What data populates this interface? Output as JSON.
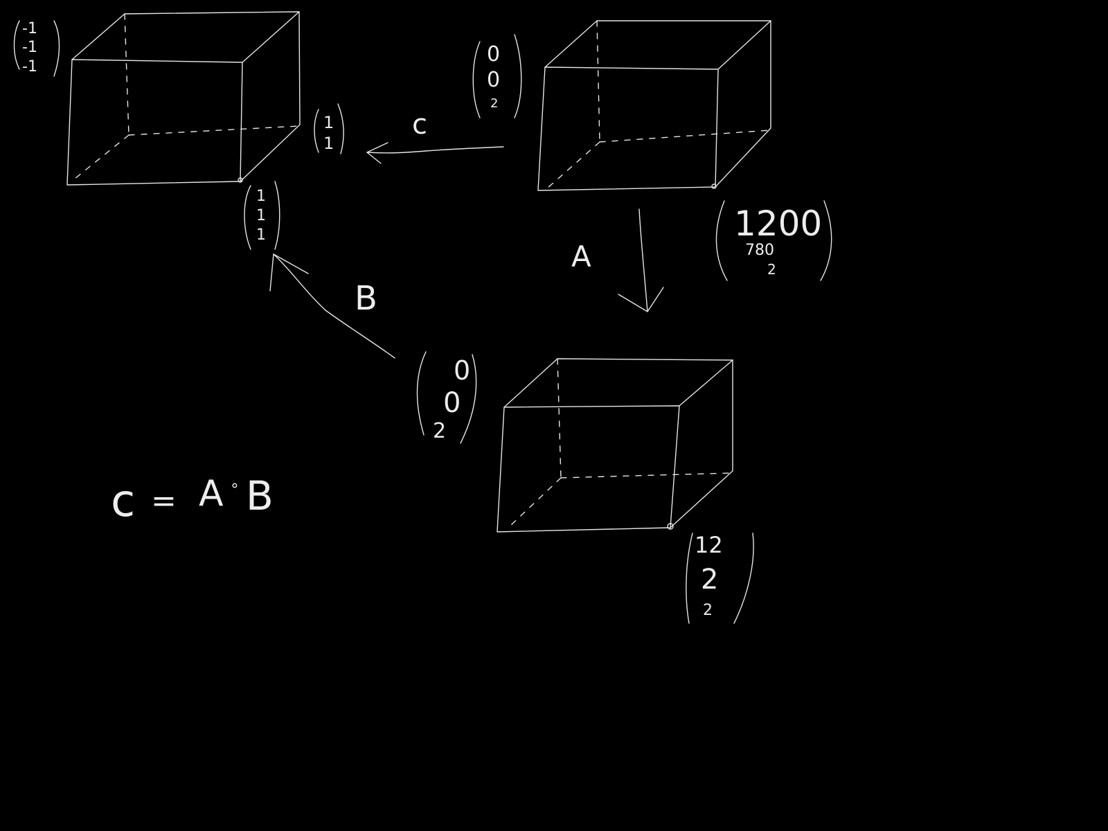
{
  "colors": {
    "background": "#000000",
    "ink": "#e6e6e6"
  },
  "boxes": [
    {
      "id": "top-left-box"
    },
    {
      "id": "top-right-box"
    },
    {
      "id": "bottom-box"
    }
  ],
  "vectors": {
    "top_left_corner": [
      "-1",
      "-1",
      "-1"
    ],
    "top_left_right": [
      "1",
      "1"
    ],
    "top_left_bottom": [
      "1",
      "1",
      "1"
    ],
    "top_right_small": [
      "0",
      "0",
      "2"
    ],
    "top_right_big": [
      "1200",
      "780",
      "2"
    ],
    "middle": [
      "0",
      "0",
      "2"
    ],
    "bottom_right": [
      "12",
      "2",
      "2"
    ]
  },
  "arrows": {
    "c": {
      "label": "c"
    },
    "a": {
      "label": "A"
    },
    "b": {
      "label": "B"
    }
  },
  "equation": {
    "lhs": "c",
    "eq": "=",
    "a": "A",
    "dot": "∘",
    "b": "B"
  }
}
